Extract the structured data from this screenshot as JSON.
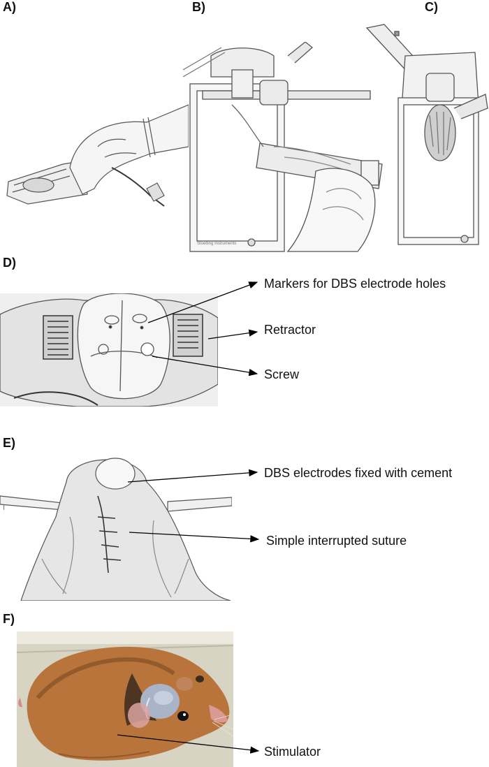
{
  "panels": {
    "a": {
      "label": "A)"
    },
    "b": {
      "label": "B)"
    },
    "c": {
      "label": "C)"
    },
    "d": {
      "label": "D)",
      "callouts": [
        "Markers for DBS electrode holes",
        "Retractor",
        "Screw"
      ]
    },
    "e": {
      "label": "E)",
      "callouts": [
        "DBS electrodes fixed with cement",
        "Simple interrupted suture"
      ]
    },
    "f": {
      "label": "F)",
      "callouts": [
        "Stimulator"
      ]
    }
  },
  "instrument_text": {
    "brand": "Stoelting Instruments"
  },
  "colors": {
    "fur": "#b9743c",
    "fur_dark": "#7a4a22",
    "sketch": "#555555",
    "cement": "#a9b4c8"
  }
}
